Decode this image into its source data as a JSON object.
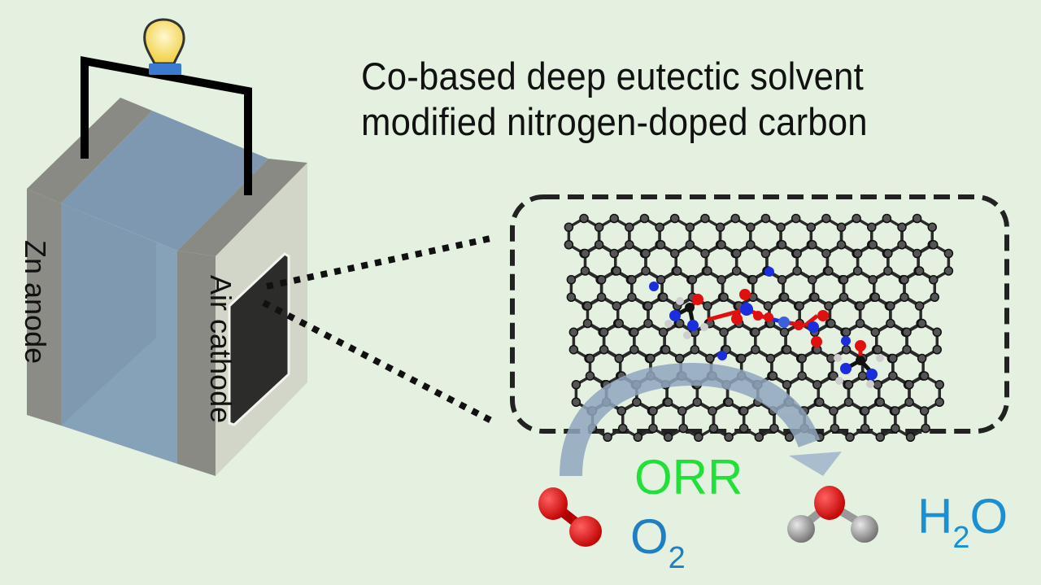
{
  "title": {
    "line1": "Co-based deep eutectic solvent",
    "line2": "modified nitrogen-doped carbon"
  },
  "battery": {
    "anode_label": "Zn anode",
    "cathode_label": "Air cathode",
    "icons": [
      "light-bulb-icon",
      "wire-circuit"
    ]
  },
  "reaction": {
    "name": "ORR",
    "reactant": {
      "symbol": "O",
      "subscript": "2"
    },
    "product": {
      "prefix": "H",
      "subscript": "2",
      "suffix": "O"
    }
  },
  "colors": {
    "background": "#e4f1e0",
    "orr": "#22e03a",
    "formula": "#1a8fd2",
    "electrolyte": "#7f9cb5",
    "oxygen_atom": "#e01010",
    "nitrogen_atom": "#1a2ee0",
    "carbon_atom": "#2a2a2a",
    "hydrogen_atom": "#cfcfcf"
  }
}
